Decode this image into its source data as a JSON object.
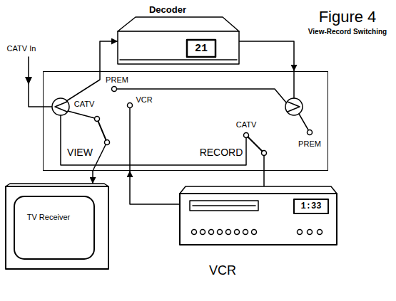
{
  "diagram": {
    "title": "Figure 4",
    "caption": "View-Record Switching",
    "nodes": [
      {
        "text": [
          "Decoder",
          "21"
        ]
      },
      {
        "text": [
          "PREM",
          "CATV",
          "VCR",
          "VIEW",
          "CATV",
          "RECORD",
          "PREM"
        ]
      },
      {
        "text": [
          "TV Receiver"
        ]
      },
      {
        "text": [
          "VCR",
          "1:33"
        ]
      }
    ],
    "edges": [
      {
        "from": 1,
        "to": 0,
        "arrow": "to"
      },
      {
        "from": 0,
        "to": 1,
        "arrow": "to"
      },
      {
        "from": 1,
        "to": 2,
        "arrow": "to"
      },
      {
        "from": 3,
        "to": 1,
        "arrow": "to"
      },
      {
        "from": 1,
        "to": 3,
        "arrow": "none"
      }
    ],
    "labels": [
      "CATV In"
    ]
  }
}
